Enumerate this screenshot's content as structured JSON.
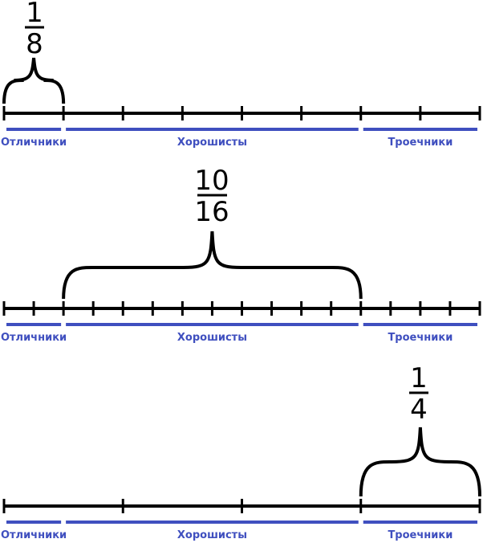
{
  "diagrams": [
    {
      "fraction": {
        "numerator": "1",
        "denominator": "8"
      },
      "divisions": 8,
      "brace_from": 0,
      "brace_to": 1
    },
    {
      "fraction": {
        "numerator": "10",
        "denominator": "16"
      },
      "divisions": 16,
      "brace_from": 2,
      "brace_to": 12
    },
    {
      "fraction": {
        "numerator": "1",
        "denominator": "4"
      },
      "divisions": 4,
      "brace_from": 3,
      "brace_to": 4
    }
  ],
  "segments": [
    {
      "label": "Отличники",
      "from": 0,
      "to": 0.125
    },
    {
      "label": "Хорошисты",
      "from": 0.125,
      "to": 0.75
    },
    {
      "label": "Троечники",
      "from": 0.75,
      "to": 1
    }
  ],
  "colors": {
    "line": "#000000",
    "segment": "#3f4fbf",
    "text": "#3f4fbf"
  }
}
